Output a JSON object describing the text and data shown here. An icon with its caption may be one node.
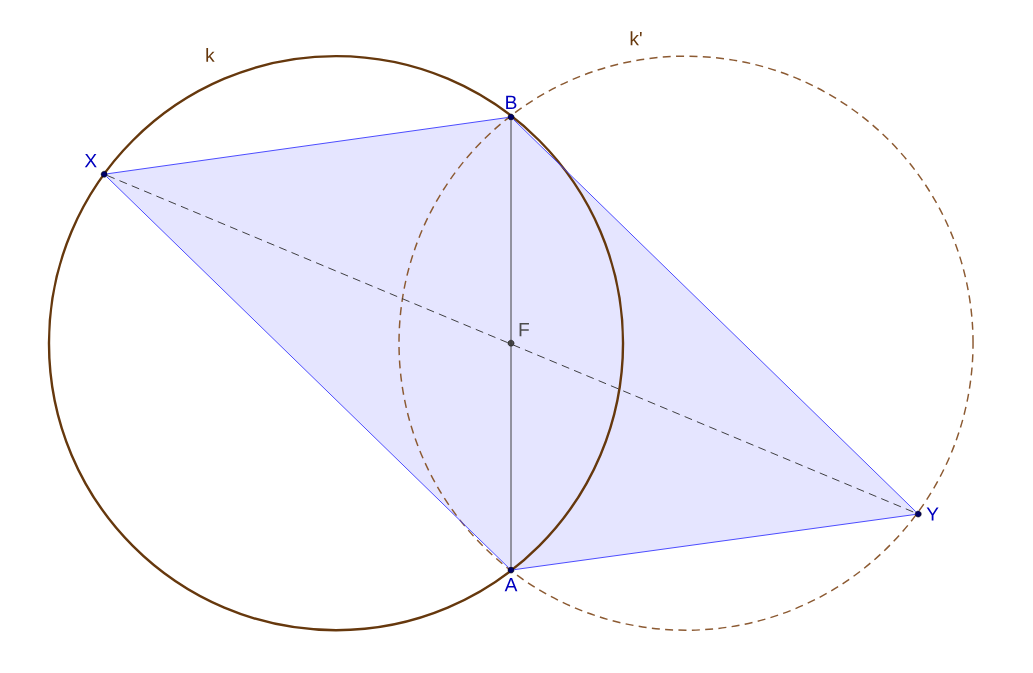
{
  "diagram": {
    "nodes": [
      {
        "text": [
          "X"
        ]
      },
      {
        "text": [
          "B"
        ]
      },
      {
        "text": [
          "F"
        ]
      },
      {
        "text": [
          "A"
        ]
      },
      {
        "text": [
          "Y"
        ]
      }
    ],
    "edges": [
      {
        "from": 0,
        "to": 1,
        "arrow": "none"
      },
      {
        "from": 1,
        "to": 4,
        "arrow": "none"
      },
      {
        "from": 4,
        "to": 3,
        "arrow": "none"
      },
      {
        "from": 3,
        "to": 0,
        "arrow": "none"
      },
      {
        "from": 1,
        "to": 3,
        "arrow": "none",
        "color": "#333333"
      },
      {
        "from": 0,
        "to": 4,
        "arrow": "none",
        "style": "dashed",
        "color": "#333333"
      }
    ],
    "labels": [
      "k",
      "k'"
    ]
  }
}
